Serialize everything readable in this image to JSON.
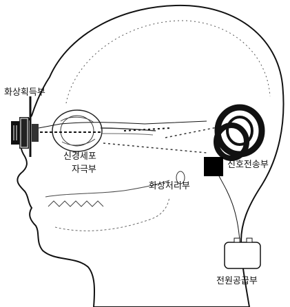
{
  "labels": {
    "image_acquisition": "화상획득부",
    "nerve_cell_stimulation_line1": "신경세포",
    "nerve_cell_stimulation_line2": "자극부",
    "image_processing": "화상처리부",
    "signal_transmission": "신호전송부",
    "power_supply": "전원공급부"
  },
  "colors": {
    "ink": "#111111",
    "background": "#ffffff",
    "device_fill": "#000000"
  },
  "icons": {
    "camera": "camera-device-icon",
    "coil": "coil-icon",
    "processor": "processor-block-icon",
    "battery": "battery-box-icon"
  }
}
